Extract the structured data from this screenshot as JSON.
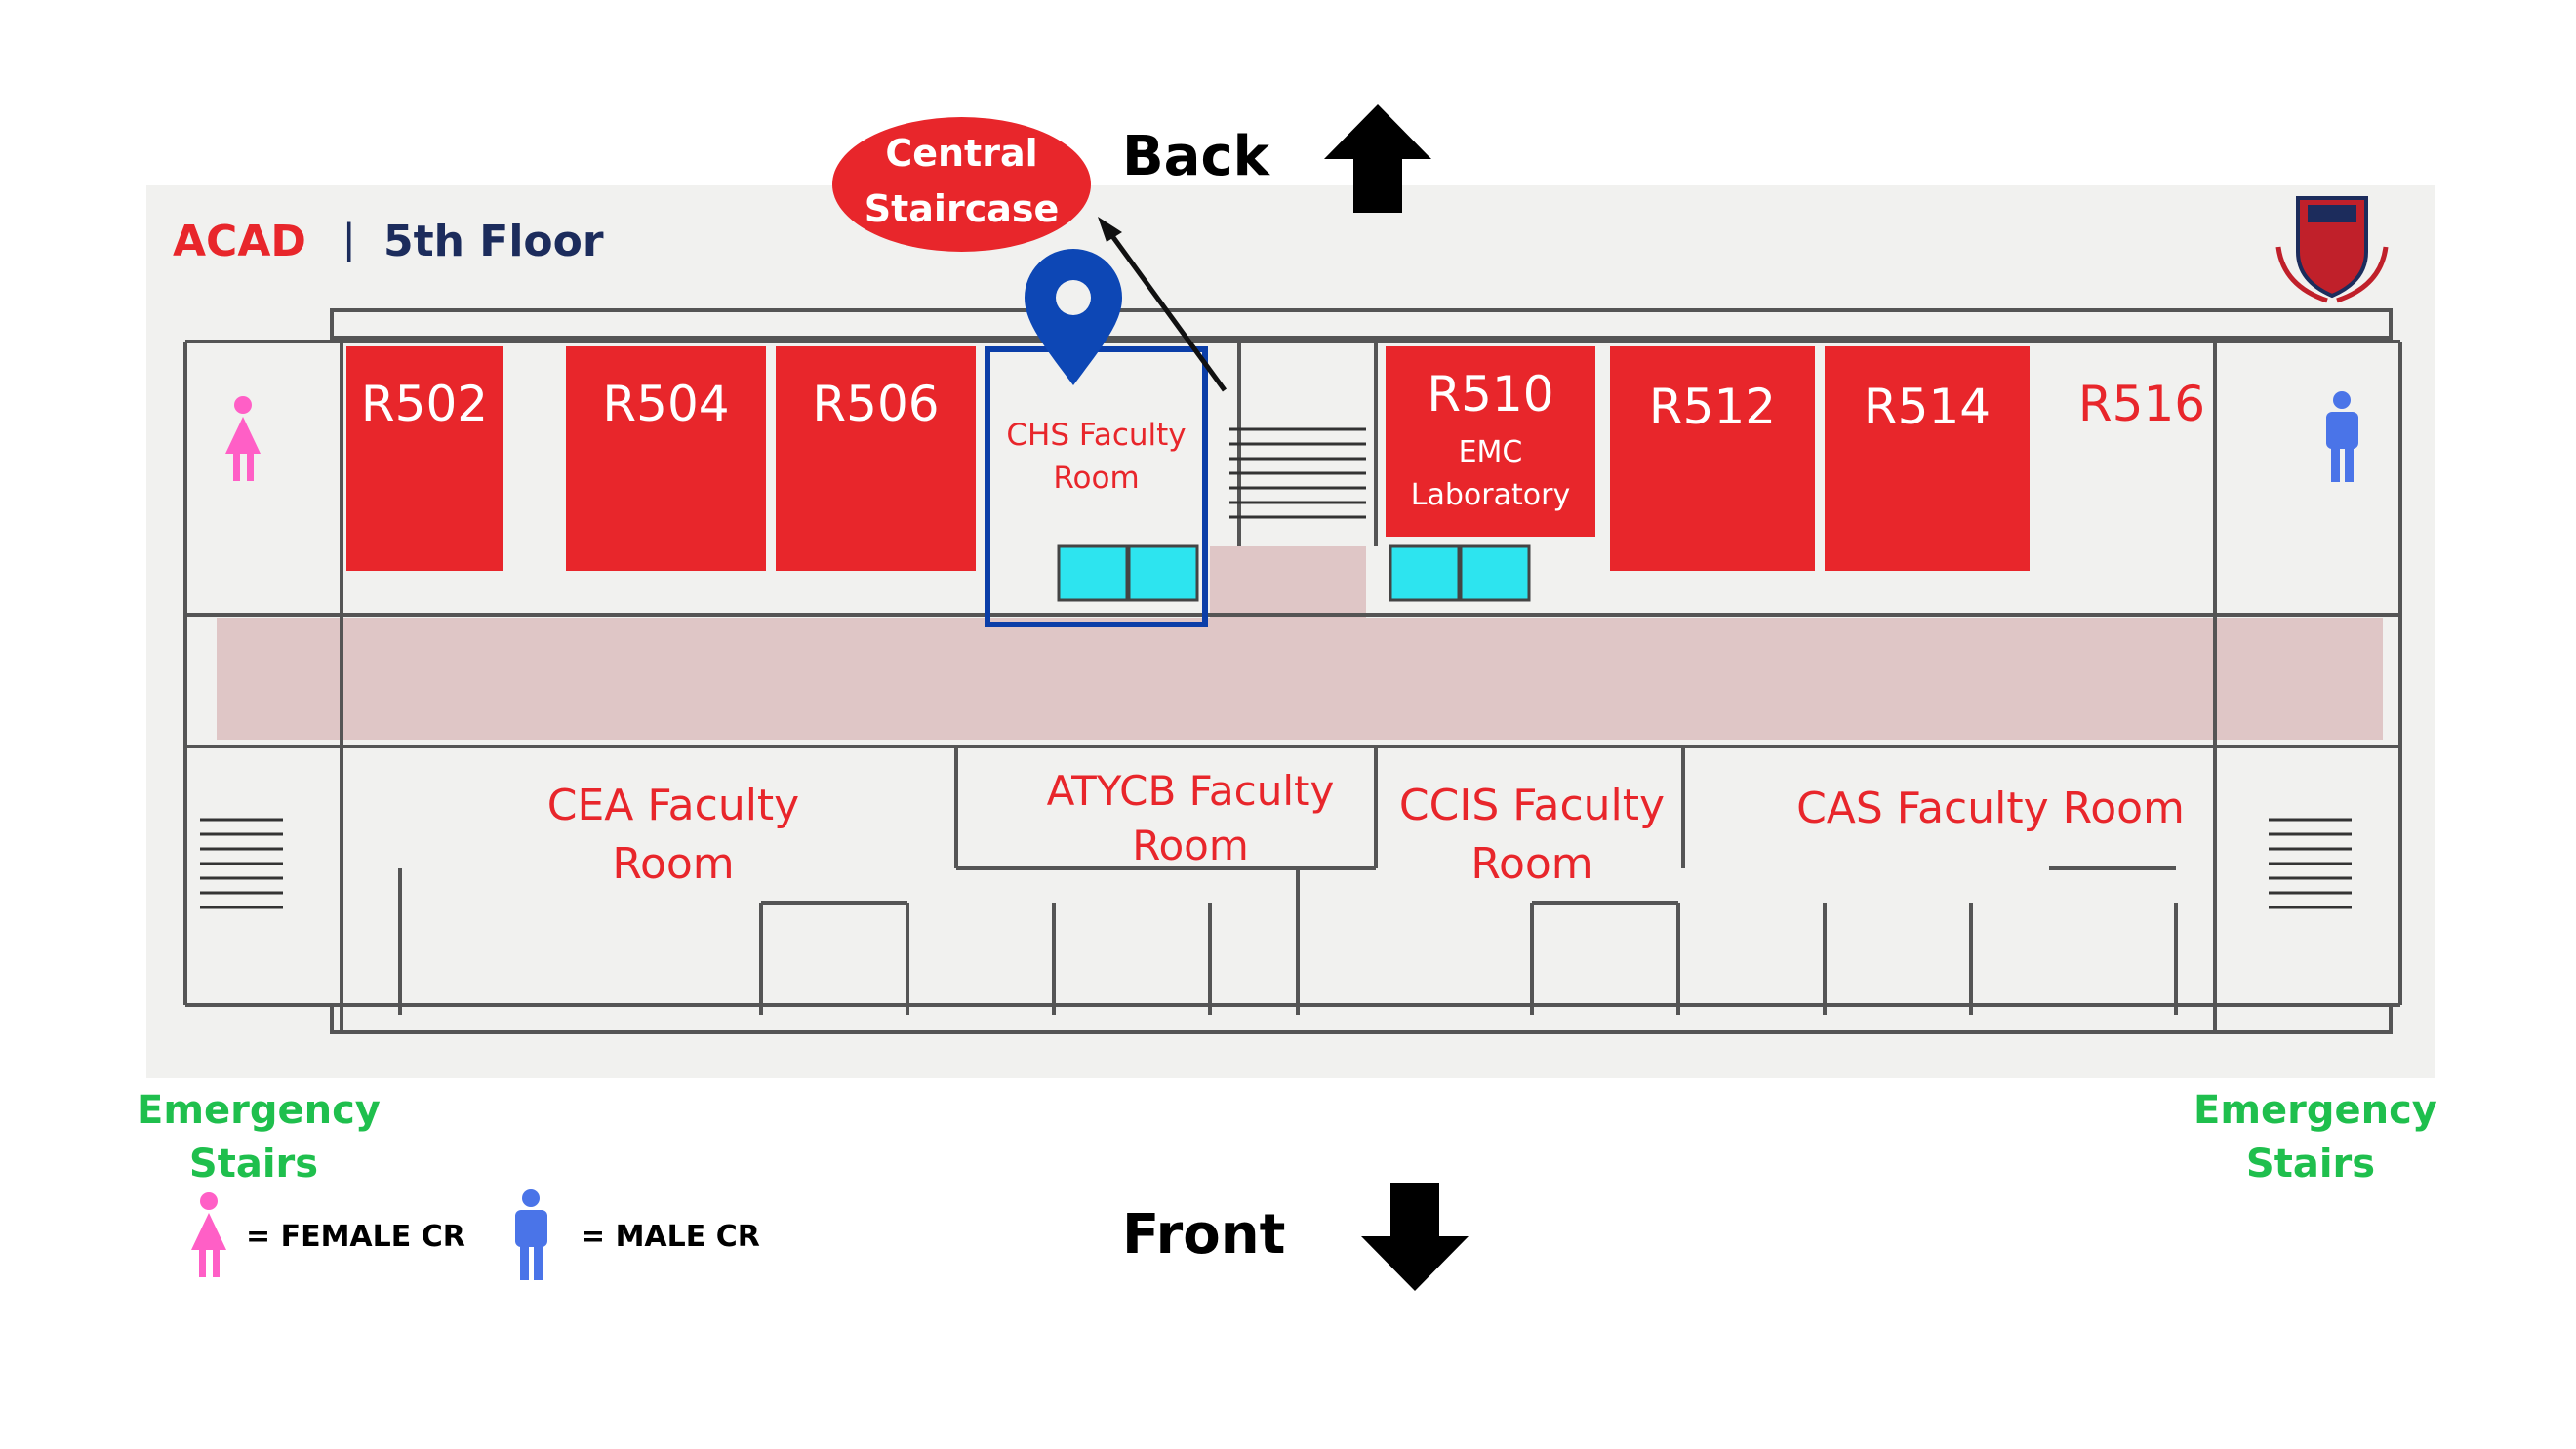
{
  "header": {
    "building": "ACAD",
    "separator": "|",
    "floor": "5th Floor"
  },
  "orientation": {
    "back_label": "Back",
    "front_label": "Front"
  },
  "callout": {
    "central_staircase_line1": "Central",
    "central_staircase_line2": "Staircase"
  },
  "rooms": {
    "r502": "R502",
    "r504": "R504",
    "r506": "R506",
    "chs_line1": "CHS Faculty",
    "chs_line2": "Room",
    "r510": "R510",
    "r510_sub1": "EMC",
    "r510_sub2": "Laboratory",
    "r512": "R512",
    "r514": "R514",
    "r516": "R516",
    "cea_line1": "CEA Faculty",
    "cea_line2": "Room",
    "atycb_line1": "ATYCB Faculty",
    "atycb_line2": "Room",
    "ccis_line1": "CCIS Faculty",
    "ccis_line2": "Room",
    "cas": "CAS Faculty Room"
  },
  "emergency": {
    "left_line1": "Emergency",
    "left_line2": "Stairs",
    "right_line1": "Emergency",
    "right_line2": "Stairs"
  },
  "legend": {
    "female": "= FEMALE CR",
    "male": "= MALE CR"
  },
  "colors": {
    "room_red": "#e8262b",
    "highlight_blue": "#0b3ea8",
    "marker_blue": "#0d47b5",
    "elevator_cyan": "#2de4ef",
    "hallway_pink": "#dfc6c6",
    "female_pink": "#ff5fc6",
    "male_blue": "#4a74e8",
    "emergency_green": "#1fbf4d",
    "brand_navy": "#1c2c5c"
  },
  "icons": [
    "location-pin-icon",
    "female-restroom-icon",
    "male-restroom-icon",
    "up-arrow-icon",
    "down-arrow-icon",
    "crest-logo"
  ]
}
